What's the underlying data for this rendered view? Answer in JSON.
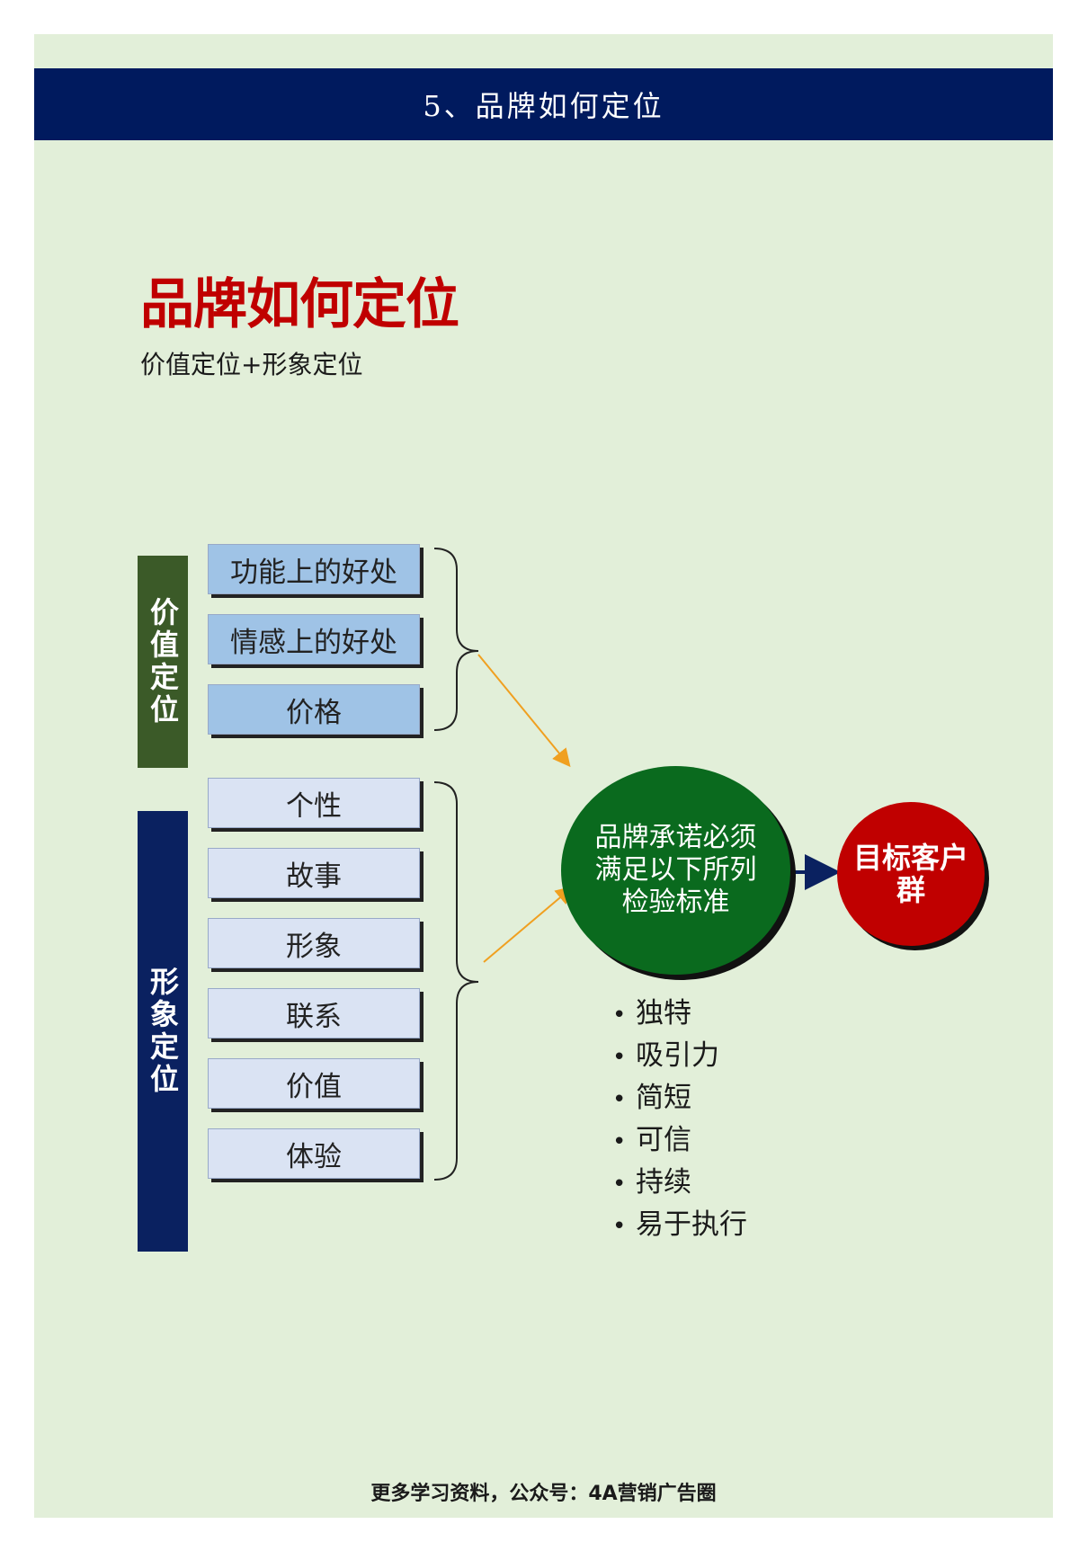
{
  "header": {
    "title": "5、品牌如何定位"
  },
  "main": {
    "title": "品牌如何定位",
    "subtitle": "价值定位+形象定位"
  },
  "value_group": {
    "label": "价值定位",
    "items": [
      "功能上的好处",
      "情感上的好处",
      "价格"
    ]
  },
  "image_group": {
    "label": "形象定位",
    "items": [
      "个性",
      "故事",
      "形象",
      "联系",
      "价值",
      "体验"
    ]
  },
  "promise_circle": {
    "text": "品牌承诺必须满足以下所列检验标准"
  },
  "target_circle": {
    "text": "目标客户群"
  },
  "criteria": [
    "独特",
    "吸引力",
    "简短",
    "可信",
    "持续",
    "易于执行"
  ],
  "footer": {
    "text": "更多学习资料，公众号：4A营销广告圈"
  },
  "colors": {
    "header_bg": "#001a5e",
    "page_bg": "#e2efd9",
    "title_red": "#c00000",
    "value_label_bg": "#3b5a28",
    "image_label_bg": "#0a2160",
    "promise_green": "#0a6a1e",
    "target_red": "#c00000",
    "arrow_orange": "#f0a020",
    "arrow_navy": "#0a2160"
  }
}
